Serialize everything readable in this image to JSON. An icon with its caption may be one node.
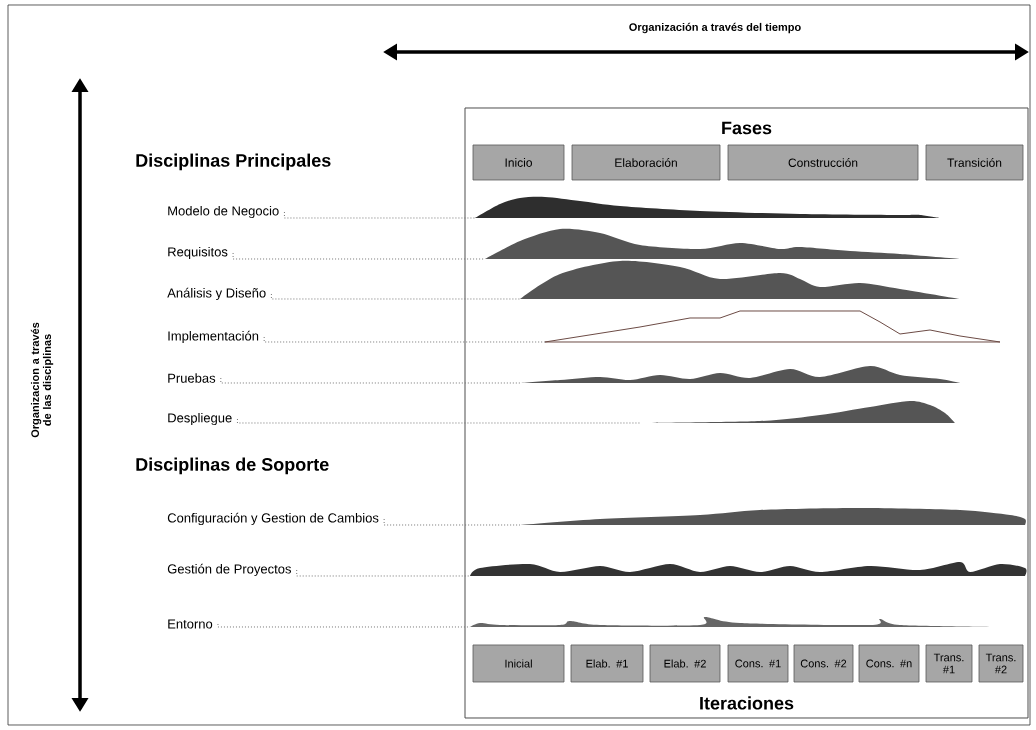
{
  "diagram": {
    "nodes": [
      {
        "text": [
          "Fases",
          "Iteraciones"
        ]
      },
      {
        "text": [
          "Inicio"
        ],
        "in": 0
      },
      {
        "text": [
          "Elaboración"
        ],
        "in": 0
      },
      {
        "text": [
          "Construcción"
        ],
        "in": 0
      },
      {
        "text": [
          "Transición"
        ],
        "in": 0
      },
      {
        "text": [
          "Inicial"
        ],
        "in": 0
      },
      {
        "text": [
          "Elab. #1"
        ],
        "in": 0
      },
      {
        "text": [
          "Elab. #2"
        ],
        "in": 0
      },
      {
        "text": [
          "Cons. #1"
        ],
        "in": 0
      },
      {
        "text": [
          "Cons. #2"
        ],
        "in": 0
      },
      {
        "text": [
          "Cons. #n"
        ],
        "in": 0
      },
      {
        "text": [
          "Trans. #1"
        ],
        "in": 0
      },
      {
        "text": [
          "Trans. #2"
        ],
        "in": 0
      }
    ],
    "labels": [
      "Organización a través del tiempo",
      "Organizacion a través de las disciplinas",
      "Disciplinas Principales",
      "Modelo de Negocio",
      "Requisitos",
      "Análisis y Diseño",
      "Implementación",
      "Pruebas",
      "Despliegue",
      "Disciplinas de Soporte",
      "Configuración y Gestion de Cambios",
      "Gestión de Proyectos",
      "Entorno"
    ]
  }
}
